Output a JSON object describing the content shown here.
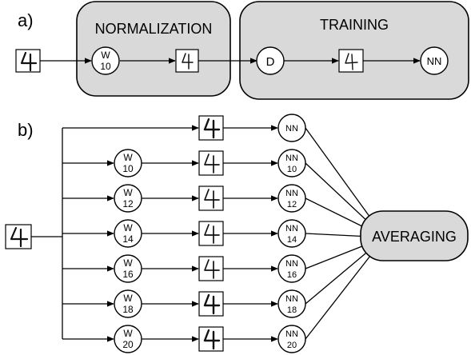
{
  "panel_a": {
    "label": "a)",
    "normalization_title": "NORMALIZATION",
    "training_title": "TRAINING",
    "w_node": {
      "top": "W",
      "bottom": "10"
    },
    "d_node": "D",
    "nn_node": "NN"
  },
  "panel_b": {
    "label": "b)",
    "averaging_label": "AVERAGING",
    "rows": [
      {
        "w_top": "",
        "w_bottom": "",
        "nn_top": "NN",
        "nn_bottom": ""
      },
      {
        "w_top": "W",
        "w_bottom": "10",
        "nn_top": "NN",
        "nn_bottom": "10"
      },
      {
        "w_top": "W",
        "w_bottom": "12",
        "nn_top": "NN",
        "nn_bottom": "12"
      },
      {
        "w_top": "W",
        "w_bottom": "14",
        "nn_top": "NN",
        "nn_bottom": "14"
      },
      {
        "w_top": "W",
        "w_bottom": "16",
        "nn_top": "NN",
        "nn_bottom": "16"
      },
      {
        "w_top": "W",
        "w_bottom": "18",
        "nn_top": "NN",
        "nn_bottom": "18"
      },
      {
        "w_top": "W",
        "w_bottom": "20",
        "nn_top": "NN",
        "nn_bottom": "20"
      }
    ]
  }
}
